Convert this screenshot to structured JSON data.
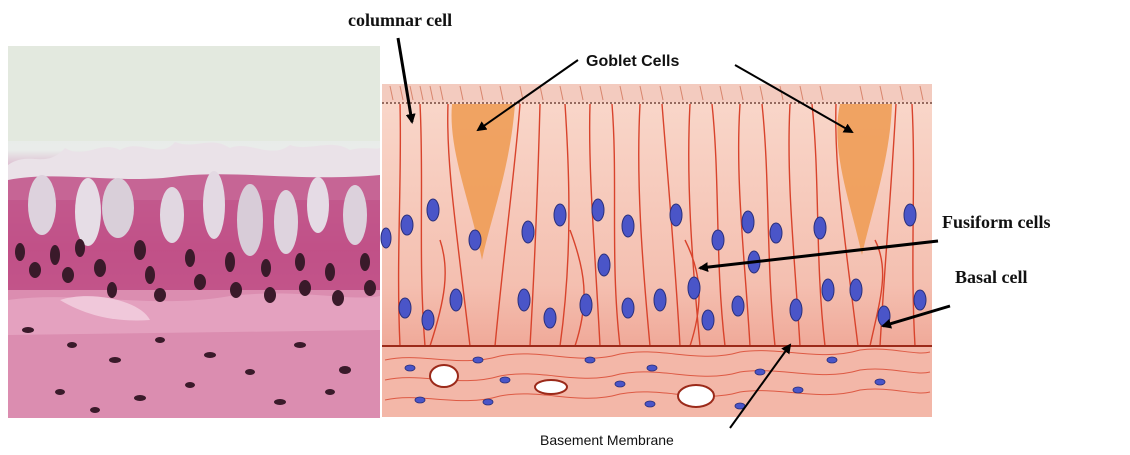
{
  "labels": {
    "columnar_cell": "columnar cell",
    "goblet_cells": "Goblet Cells",
    "fusiform_cells": "Fusiform cells",
    "basal_cell": "Basal cell",
    "basement_membrane": "Basement Membrane"
  },
  "colors": {
    "background": "#ffffff",
    "micrograph_pink": "#d9799f",
    "micrograph_deep": "#b84c7f",
    "goblet_pale": "#e8dde8",
    "nucleus_dark": "#3a1a2a",
    "drawing_cell_fill": "#f6c7b8",
    "drawing_cell_line": "#d8432c",
    "goblet_orange": "#ee9a50",
    "nucleus_blue": "#4a55c8",
    "connective_fill": "#f3b7a8",
    "arrow": "#000000"
  },
  "icons": {
    "micrograph": "histology-micrograph-illustration",
    "drawing": "pseudostratified-epithelium-drawing-illustration"
  }
}
